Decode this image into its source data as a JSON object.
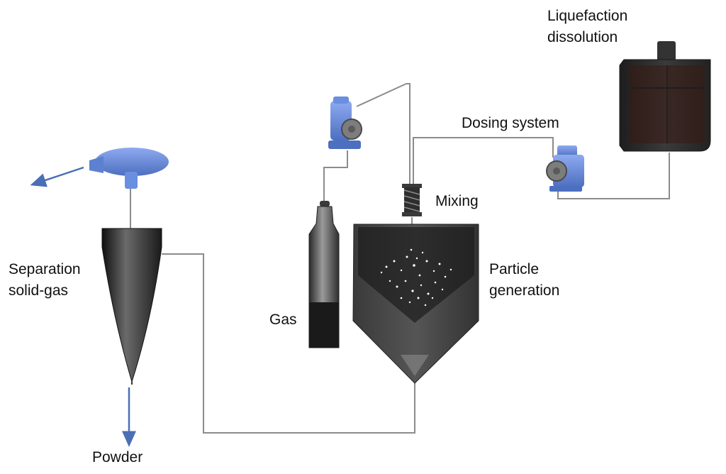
{
  "labels": {
    "liquefaction_line1": "Liquefaction",
    "liquefaction_line2": "dissolution",
    "dosing_system": "Dosing system",
    "mixing": "Mixing",
    "particle_line1": "Particle",
    "particle_line2": "generation",
    "gas": "Gas",
    "separation_line1": "Separation",
    "separation_line2": "solid-gas",
    "powder": "Powder"
  },
  "colors": {
    "pipe": "#8c8c8c",
    "pump_blue": "#5b7fc7",
    "blower_blue": "#6a8ee0",
    "arrow_blue": "#4a6fb5",
    "vessel_dark": "#2f2f2f",
    "tank_dark": "#2b2b2b",
    "tank_inner": "#3a1a14"
  },
  "icons": {
    "dosing_pump": "pump-icon",
    "gas_pump": "pump-icon",
    "blower": "blower-fan-icon",
    "static_mixer": "static-mixer-icon"
  }
}
